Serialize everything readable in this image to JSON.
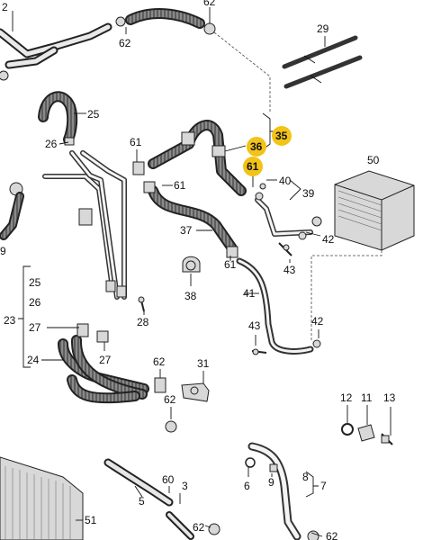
{
  "colors": {
    "hose": "#5d5d5d",
    "hose_texture": "#8a8a8a",
    "line": "#111111",
    "highlight_badge": "#f2c318",
    "background": "#ffffff"
  },
  "labels": {
    "l2": "2",
    "l62_top": "62",
    "l62_a": "62",
    "l29": "29",
    "l25": "25",
    "l26": "26",
    "l61_a": "61",
    "l35": "35",
    "l36": "36",
    "l61_b": "61",
    "l40": "40",
    "l39": "39",
    "l61_c": "61",
    "l50": "50",
    "l9": "9",
    "l37": "37",
    "l42_a": "42",
    "l43_a": "43",
    "l61_d": "61",
    "l38": "38",
    "l41": "41",
    "l25_b": "25",
    "l26_b": "26",
    "l23": "23",
    "l27_a": "27",
    "l28": "28",
    "l43_b": "43",
    "l42_b": "42",
    "l24": "24",
    "l27_b": "27",
    "l62_b": "62",
    "l31": "31",
    "l62_c": "62",
    "l12": "12",
    "l11": "11",
    "l13": "13",
    "l60": "60",
    "l3": "3",
    "l5": "5",
    "l51": "51",
    "l6": "6",
    "l8": "8",
    "l9_b": "9",
    "l7": "7",
    "l62_d": "62",
    "l62_e": "62"
  }
}
